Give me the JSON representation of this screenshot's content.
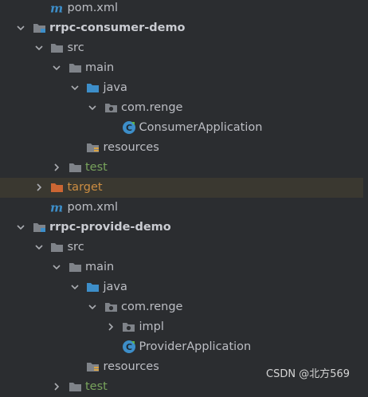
{
  "colors": {
    "background": "#2b2d30",
    "text": "#bcbec4",
    "folder": "#7f8389",
    "java_folder": "#3d8ec9",
    "excluded_folder": "#cc6633",
    "test_text": "#78a35c",
    "target_text": "#cc8d42",
    "selected_row": "#3a3830"
  },
  "tree": [
    {
      "label": "pom.xml",
      "icon": "maven-icon",
      "depth": 2,
      "arrow": "none",
      "style": "normal"
    },
    {
      "label": "rrpc-consumer-demo",
      "icon": "module-folder-icon",
      "depth": 1,
      "arrow": "down",
      "style": "bold"
    },
    {
      "label": "src",
      "icon": "folder-icon",
      "depth": 2,
      "arrow": "down",
      "style": "normal"
    },
    {
      "label": "main",
      "icon": "folder-icon",
      "depth": 3,
      "arrow": "down",
      "style": "normal"
    },
    {
      "label": "java",
      "icon": "source-folder-icon",
      "depth": 4,
      "arrow": "down",
      "style": "normal"
    },
    {
      "label": "com.renge",
      "icon": "package-icon",
      "depth": 5,
      "arrow": "down",
      "style": "normal"
    },
    {
      "label": "ConsumerApplication",
      "icon": "spring-class-icon",
      "depth": 6,
      "arrow": "none",
      "style": "normal"
    },
    {
      "label": "resources",
      "icon": "resources-folder-icon",
      "depth": 4,
      "arrow": "none",
      "style": "normal"
    },
    {
      "label": "test",
      "icon": "folder-icon",
      "depth": 3,
      "arrow": "right",
      "style": "green"
    },
    {
      "label": "target",
      "icon": "excluded-folder-icon",
      "depth": 2,
      "arrow": "right",
      "style": "orange",
      "selected": true
    },
    {
      "label": "pom.xml",
      "icon": "maven-icon",
      "depth": 2,
      "arrow": "none",
      "style": "normal"
    },
    {
      "label": "rrpc-provide-demo",
      "icon": "module-folder-icon",
      "depth": 1,
      "arrow": "down",
      "style": "bold"
    },
    {
      "label": "src",
      "icon": "folder-icon",
      "depth": 2,
      "arrow": "down",
      "style": "normal"
    },
    {
      "label": "main",
      "icon": "folder-icon",
      "depth": 3,
      "arrow": "down",
      "style": "normal"
    },
    {
      "label": "java",
      "icon": "source-folder-icon",
      "depth": 4,
      "arrow": "down",
      "style": "normal"
    },
    {
      "label": "com.renge",
      "icon": "package-icon",
      "depth": 5,
      "arrow": "down",
      "style": "normal"
    },
    {
      "label": "impl",
      "icon": "package-icon",
      "depth": 6,
      "arrow": "right",
      "style": "normal"
    },
    {
      "label": "ProviderApplication",
      "icon": "spring-class-icon",
      "depth": 6,
      "arrow": "none",
      "style": "normal"
    },
    {
      "label": "resources",
      "icon": "resources-folder-icon",
      "depth": 4,
      "arrow": "none",
      "style": "normal"
    },
    {
      "label": "test",
      "icon": "folder-icon",
      "depth": 3,
      "arrow": "right",
      "style": "green"
    }
  ],
  "watermark": "CSDN @北方569"
}
